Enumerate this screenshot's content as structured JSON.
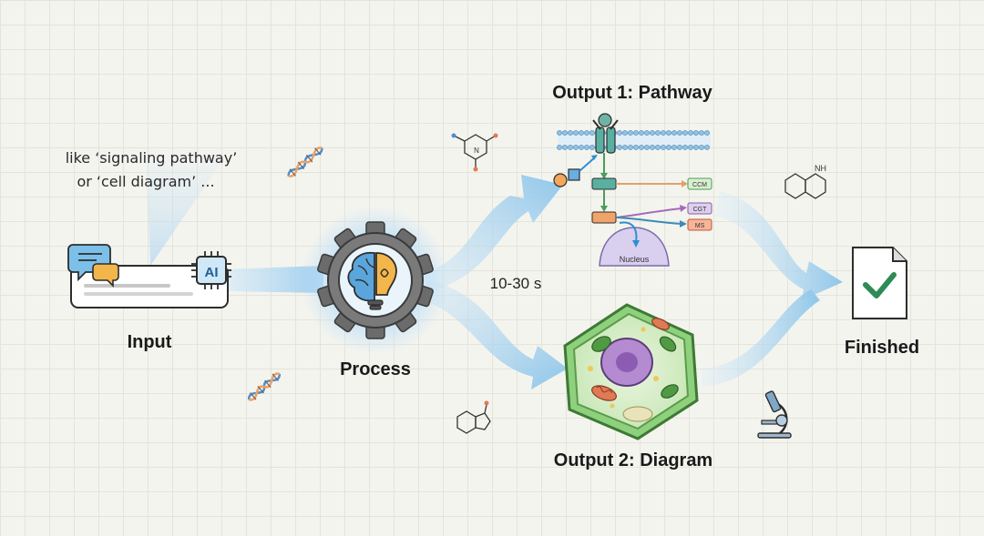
{
  "input": {
    "label": "Input",
    "hint_line1": "like ‘signaling pathway’",
    "hint_line2": "or ‘cell diagram’ ...",
    "ai_badge": "AI"
  },
  "process": {
    "label": "Process",
    "duration": "10-30 s"
  },
  "output1": {
    "title": "Output 1: Pathway",
    "boxes": [
      "CCM",
      "CGT",
      "MS"
    ],
    "nucleus": "Nucleus"
  },
  "output2": {
    "title": "Output 2: Diagram"
  },
  "finished": {
    "label": "Finished"
  },
  "molecules": {
    "nh_label": "NH",
    "n_label": "N"
  },
  "colors": {
    "flow": "#a9d4ef",
    "accent": "#2f8fd0",
    "check": "#2e8b57",
    "cell_green": "#7dc86b",
    "organelle": "#a97ac6"
  }
}
